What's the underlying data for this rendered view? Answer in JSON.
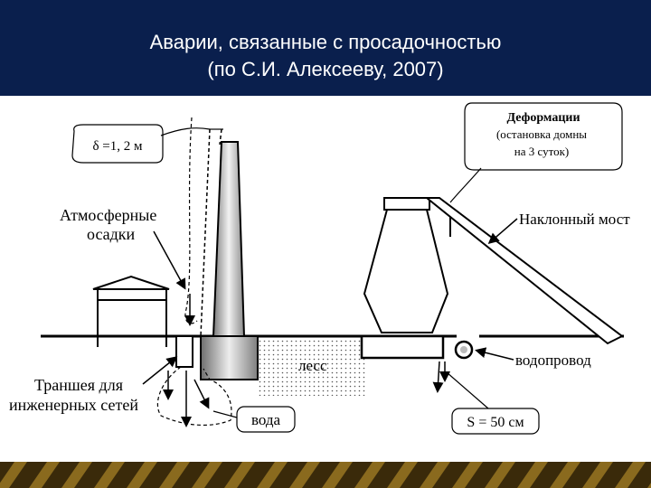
{
  "slide": {
    "title_line1": "Аварии, связанные с просадочностью",
    "title_line2": "(по С.И. Алексееву, 2007)"
  },
  "labels": {
    "delta": "δ =1, 2 м",
    "deform_title": "Деформации",
    "deform_line1": "(остановка домны",
    "deform_line2": "на 3 суток)",
    "precip_line1": "Атмосферные",
    "precip_line2": "осадки",
    "bridge": "Наклонный мост",
    "loess": "лесс",
    "pipe": "водопровод",
    "trench_line1": "Траншея для",
    "trench_line2": "инженерных сетей",
    "water": "вода",
    "settlement": "S = 50 см"
  },
  "colors": {
    "header_bg": "#0a1f4d",
    "bar_dark": "#3a2a0a",
    "bar_light": "#8a6a1e"
  }
}
